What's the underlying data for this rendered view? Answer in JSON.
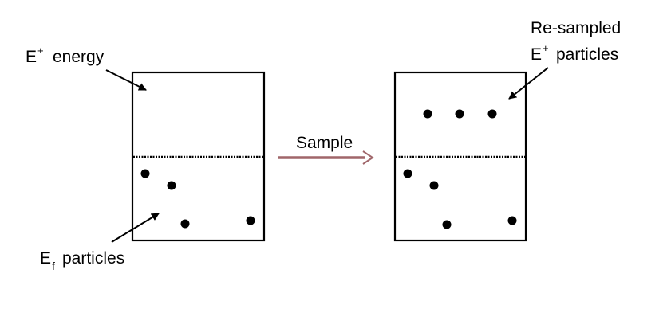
{
  "labels": {
    "left_energy_base": "E",
    "left_energy_sup": "+",
    "left_energy_word": "energy",
    "left_particles_base": "E",
    "left_particles_sub": "f",
    "left_particles_word": "particles",
    "right_line1": "Re-sampled",
    "right_line2_base": "E",
    "right_line2_sup": "+",
    "right_line2_word": "particles",
    "arrow_label": "Sample"
  },
  "colors": {
    "ink": "#000000",
    "sample_arrow": "#a0666a",
    "background": "#ffffff"
  },
  "boxes": {
    "left": {
      "lower_region_particle_count": 4
    },
    "right": {
      "upper_region_particle_count": 3,
      "lower_region_particle_count": 4
    }
  }
}
